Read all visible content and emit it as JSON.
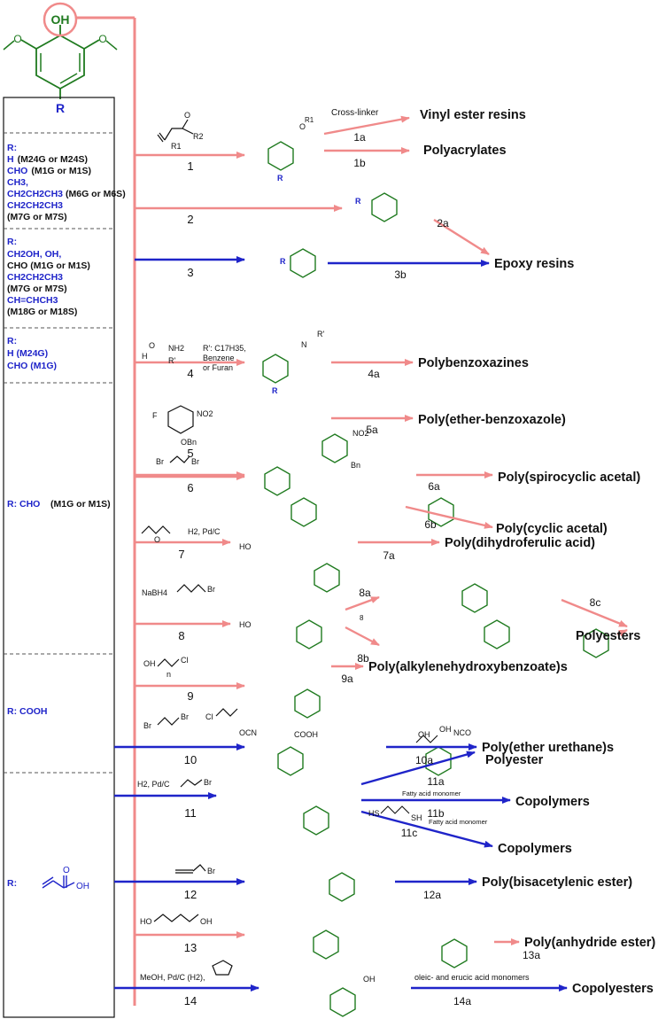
{
  "colors": {
    "pink": "#f08a8a",
    "blue": "#1f24c9",
    "green": "#1f7a1f",
    "black": "#111111"
  },
  "core": {
    "oh": "OH",
    "r": "R"
  },
  "sidebar": {
    "r_labels": [
      "R:",
      "R:",
      "R:",
      "R: CHO",
      "R: COOH",
      "R:"
    ],
    "groups": [
      [
        "H",
        "(M24G or M24S)"
      ],
      [
        "CHO",
        "(M1G or M1S)"
      ],
      [
        "CH3,",
        ""
      ],
      [
        "CH2CH2CH3",
        "(M6G or M6S)"
      ],
      [
        "CH2CH2CH3",
        ""
      ],
      [
        "(M7G or M7S)",
        ""
      ]
    ],
    "g2": [
      "CH2OH, OH,",
      "CHO (M1G or M1S)",
      "CH2CH2CH3",
      "(M7G or M7S)",
      "CH=CHCH3",
      "(M18G or M18S)"
    ],
    "g3": [
      "H (M24G)",
      "CHO (M1G)"
    ],
    "g4": "(M1G or M1S)",
    "g6_label": "OH"
  },
  "routes": [
    {
      "n": "1",
      "label": "1"
    },
    {
      "n": "2",
      "label": "2"
    },
    {
      "n": "3",
      "label": "3"
    },
    {
      "n": "4",
      "label": "4"
    },
    {
      "n": "5",
      "label": "5"
    },
    {
      "n": "6",
      "label": "6"
    },
    {
      "n": "7",
      "label": "7"
    },
    {
      "n": "8",
      "label": "8"
    },
    {
      "n": "9",
      "label": "9"
    },
    {
      "n": "10",
      "label": "10"
    },
    {
      "n": "11",
      "label": "11"
    },
    {
      "n": "12",
      "label": "12"
    },
    {
      "n": "13",
      "label": "13"
    },
    {
      "n": "14",
      "label": "14"
    }
  ],
  "reagents": {
    "r1": "R'",
    "r1_note": "R': C17H35,",
    "benzene": "Benzene",
    "furan": "or Furan",
    "no2": "NO2",
    "bn": "Bn",
    "obn": "OBn",
    "f": "F",
    "br": "Br",
    "h2pdc": "H2, Pd/C",
    "nabh4": "NaBH4",
    "cl": "Cl",
    "meoh": "MeOH, Pd/C (H2),",
    "hs": "HS",
    "sh": "SH",
    "cooh": "COOH",
    "ocn": "OCN",
    "nco": "NCO",
    "fatty": "Fatty acid monomer",
    "oleic": "oleic- and erucic acid monomers",
    "crosslinker": "Cross-linker"
  },
  "products": {
    "vinyl": "Vinyl ester resins",
    "polyacrylates": "Polyacrylates",
    "epoxy": "Epoxy resins",
    "benzox": "Polybenzoxazines",
    "etherbenz": "Poly(ether-benzoxazole)",
    "spiro": "Poly(spirocyclic acetal)",
    "cyclic": "Poly(cyclic acetal)",
    "dihydro": "Poly(dihydroferulic acid)",
    "polyesters": "Polyesters",
    "alkylene": "Poly(alkylenehydroxybenzoate)s",
    "urethane": "Poly(ether urethane)s",
    "polyester": "Polyester",
    "copoly1": "Copolymers",
    "copoly2": "Copolymers",
    "bisacet": "Poly(bisacetylenic ester)",
    "anhyd": "Poly(anhydride ester)",
    "copolyesters": "Copolyesters"
  },
  "steps": {
    "s1a": "1a",
    "s1b": "1b",
    "s2a": "2a",
    "s3b": "3b",
    "s4a": "4a",
    "s5a": "5a",
    "s6a": "6a",
    "s6b": "6b",
    "s7a": "7a",
    "s8a": "8a",
    "s8b": "8b",
    "s8c": "8c",
    "s9a": "9a",
    "s10a": "10a",
    "s11a": "11a",
    "s11b": "11b",
    "s11c": "11c",
    "s12a": "12a",
    "s13a": "13a",
    "s14a": "14a"
  }
}
